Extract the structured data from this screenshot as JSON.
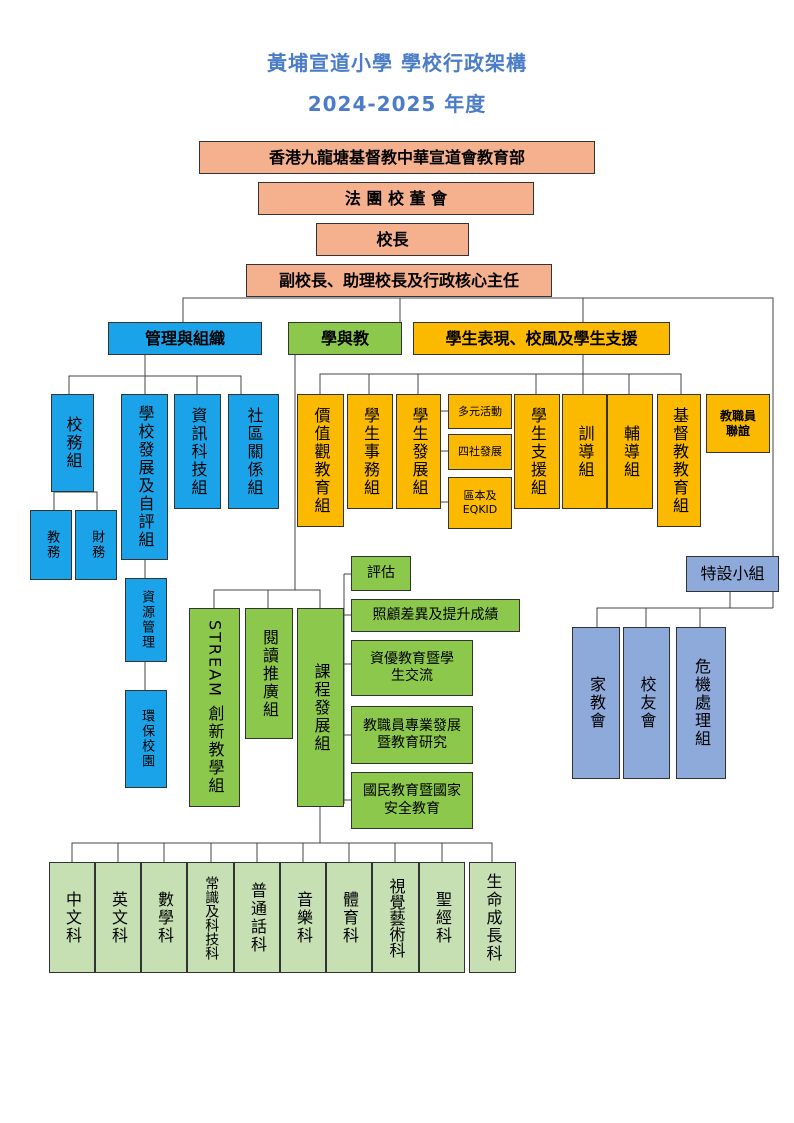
{
  "title": {
    "line1": "黃埔宣道小學  學校行政架構",
    "line2": "2024-2025 年度"
  },
  "top": {
    "org": "香港九龍塘基督教中華宣道會教育部",
    "board": "法 團 校 董 會",
    "principal": "校長",
    "vice": "副校長、助理校長及行政核心主任"
  },
  "branches": {
    "management": "管理與組織",
    "learning": "學與教",
    "student": "學生表現、校風及學生支援"
  },
  "management": {
    "school_affairs": "校務組",
    "teaching_affairs": "教務",
    "finance": "財務",
    "dev_eval": "學校發展及自評組",
    "resources": "資源管理",
    "eco_campus": "環保校園",
    "it": "資訊科技組",
    "community": "社區關係組"
  },
  "student": {
    "values": "價值觀教育組",
    "affairs": "學生事務組",
    "development": "學生發展組",
    "multi_activities": "多元活動",
    "four_houses": "四社發展",
    "district_eqkid": "區本及 EQKID",
    "support": "學生支援組",
    "discipline": "訓導組",
    "counselling": "輔導組",
    "christian": "基督教教育組",
    "staff_club": "教職員聯誼"
  },
  "special": {
    "label": "特設小組",
    "pta": "家教會",
    "alumni": "校友會",
    "crisis": "危機處理組"
  },
  "learning": {
    "stream": "STREAM 創新教學組",
    "reading": "閱讀推廣組",
    "curriculum": "課程發展組",
    "assessment": "評估",
    "diversity": "照顧差異及提升成績",
    "gifted": "資優教育暨學生交流",
    "staff_dev": "教職員專業發展暨教育研究",
    "national": "國民教育暨國家安全教育"
  },
  "subjects": [
    "中文科",
    "英文科",
    "數學科",
    "常識及科技科",
    "普通話科",
    "音樂科",
    "體育科",
    "視覺藝術科",
    "聖經科",
    "生命成長科"
  ],
  "colors": {
    "title": "#4a7cc8",
    "top_boxes": "#f5b08d",
    "management": "#1aa3e8",
    "learning": "#8cc84b",
    "student": "#fbb900",
    "special": "#8eaadb",
    "subjects": "#c6e0b4"
  }
}
